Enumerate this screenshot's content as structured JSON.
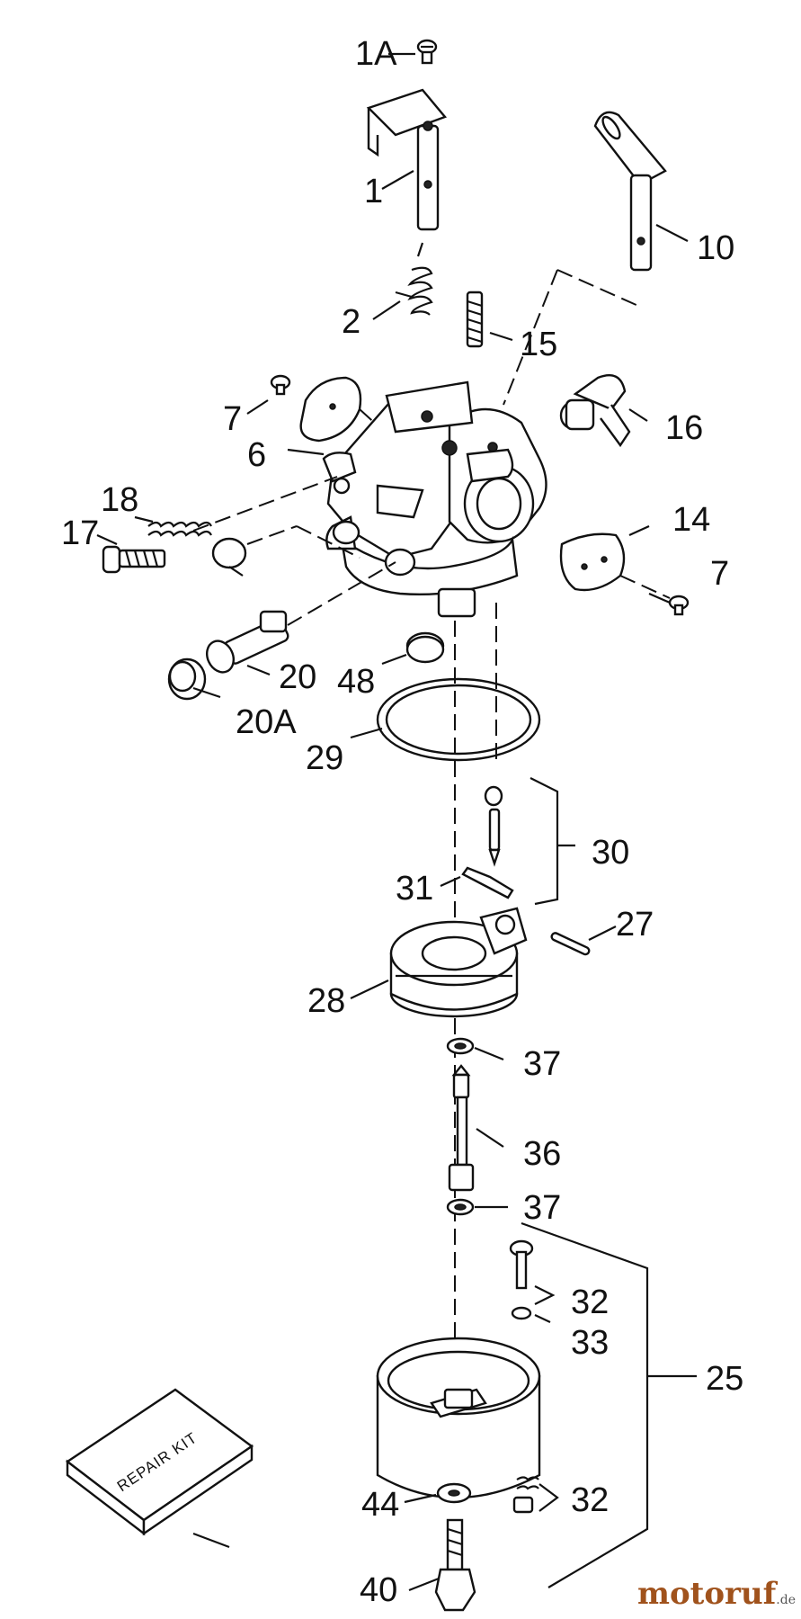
{
  "labels": {
    "p1A": "1A",
    "p1": "1",
    "p10": "10",
    "p2": "2",
    "p15": "15",
    "p7a": "7",
    "p16": "16",
    "p6": "6",
    "p18": "18",
    "p17": "17",
    "p14": "14",
    "p7b": "7",
    "p20": "20",
    "p48": "48",
    "p20A": "20A",
    "p29": "29",
    "p30": "30",
    "p31": "31",
    "p27": "27",
    "p28": "28",
    "p37a": "37",
    "p36": "36",
    "p37b": "37",
    "p32a": "32",
    "p33": "33",
    "p25": "25",
    "p32b": "32",
    "p44": "44",
    "p40": "40"
  },
  "repair_kit": "REPAIR KIT",
  "watermark": {
    "brand": "motoruf",
    "suffix": ".de"
  }
}
